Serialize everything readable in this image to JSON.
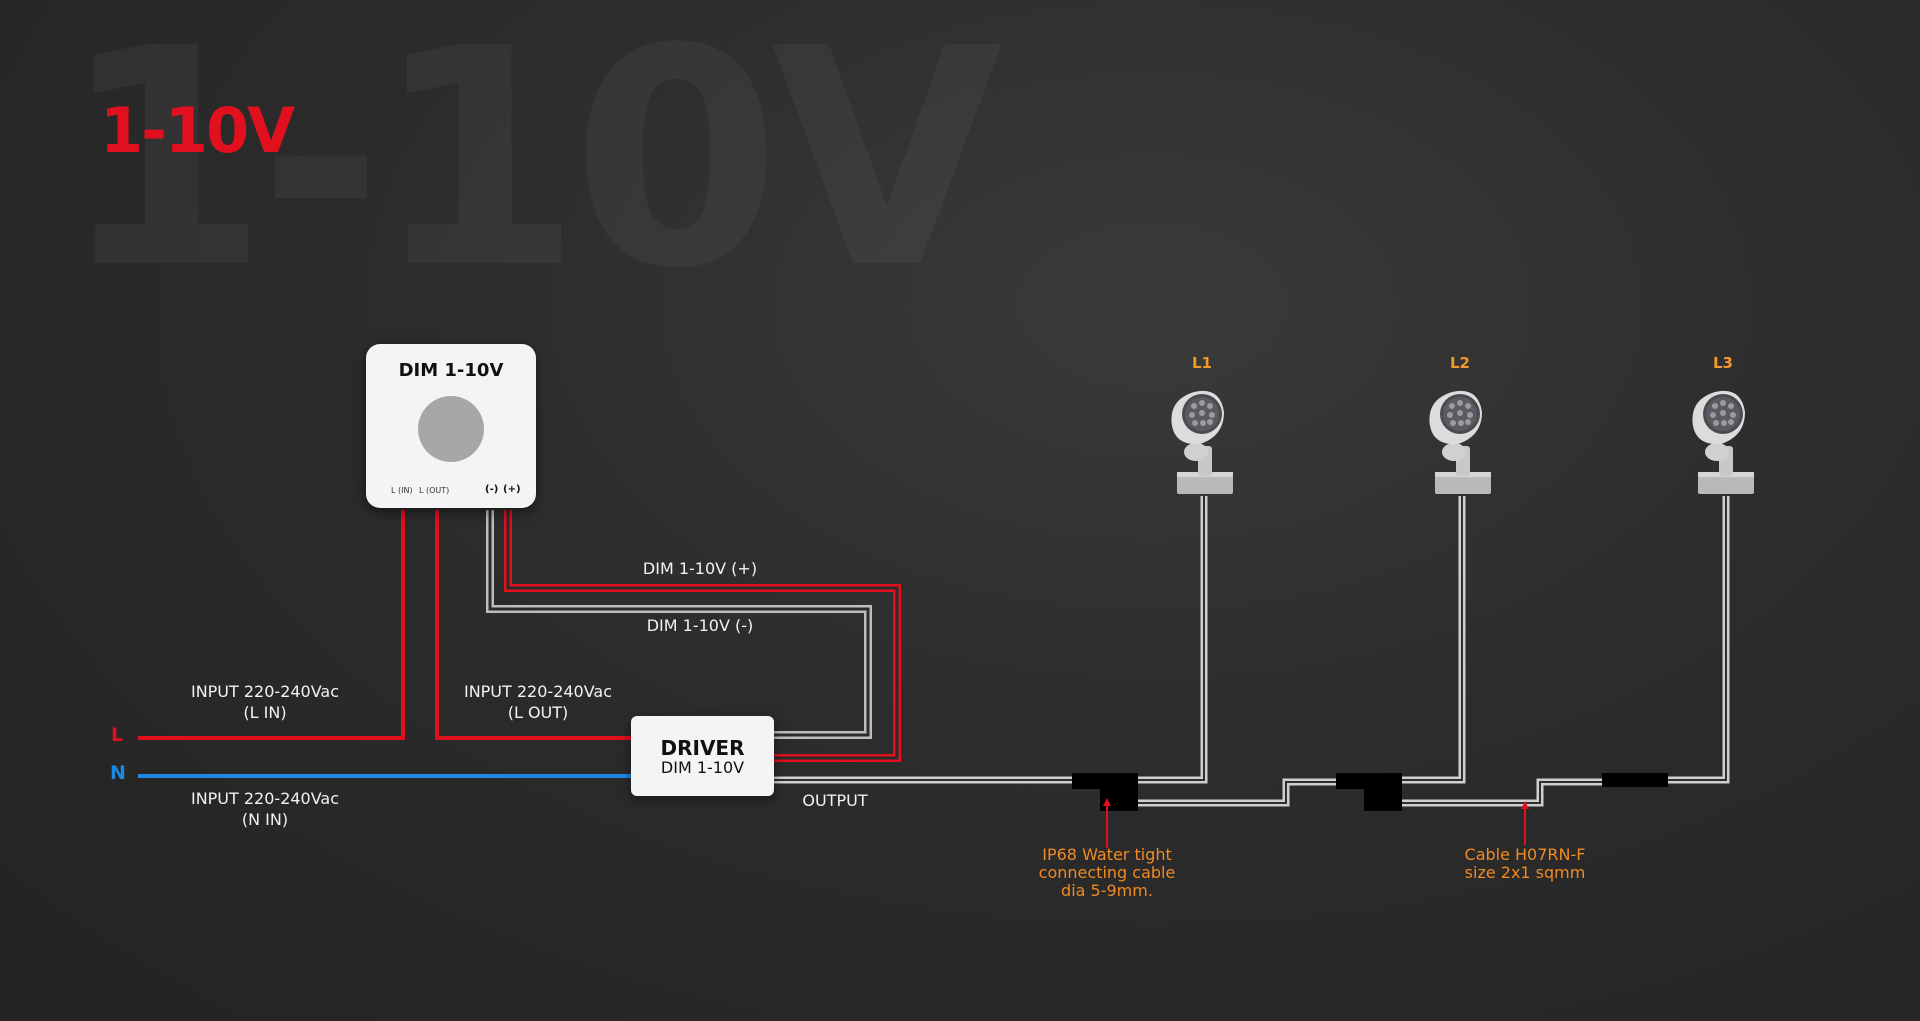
{
  "background_word": "1-10V",
  "title": "1-10V",
  "colors": {
    "accent_red": "#e1101f",
    "neutral_blue": "#1e88e5",
    "annotation_orange": "#f08a22",
    "background": "#2c2c2c"
  },
  "dimmer": {
    "title": "DIM 1-10V",
    "terminal_l_in": "L (IN)",
    "terminal_l_out": "L (OUT)",
    "terminal_minus": "(-)",
    "terminal_plus": "(+)"
  },
  "driver": {
    "title": "DRIVER",
    "subtitle": "DIM 1-10V"
  },
  "phases": {
    "line": "L",
    "neutral": "N"
  },
  "labels": {
    "input_l_in_1": "INPUT 220-240Vac",
    "input_l_in_2": "(L IN)",
    "input_l_out_1": "INPUT 220-240Vac",
    "input_l_out_2": "(L OUT)",
    "input_n_in_1": "INPUT 220-240Vac",
    "input_n_in_2": "(N IN)",
    "dim_plus": "DIM 1-10V (+)",
    "dim_minus": "DIM 1-10V (-)",
    "output": "OUTPUT"
  },
  "annotations": {
    "connector_1": "IP68 Water tight",
    "connector_2": "connecting cable",
    "connector_3": "dia 5-9mm.",
    "cable_1": "Cable H07RN-F",
    "cable_2": "size 2x1 sqmm"
  },
  "lamps": [
    {
      "label": "L1",
      "icon": "spotlight-icon"
    },
    {
      "label": "L2",
      "icon": "spotlight-icon"
    },
    {
      "label": "L3",
      "icon": "spotlight-icon"
    }
  ]
}
